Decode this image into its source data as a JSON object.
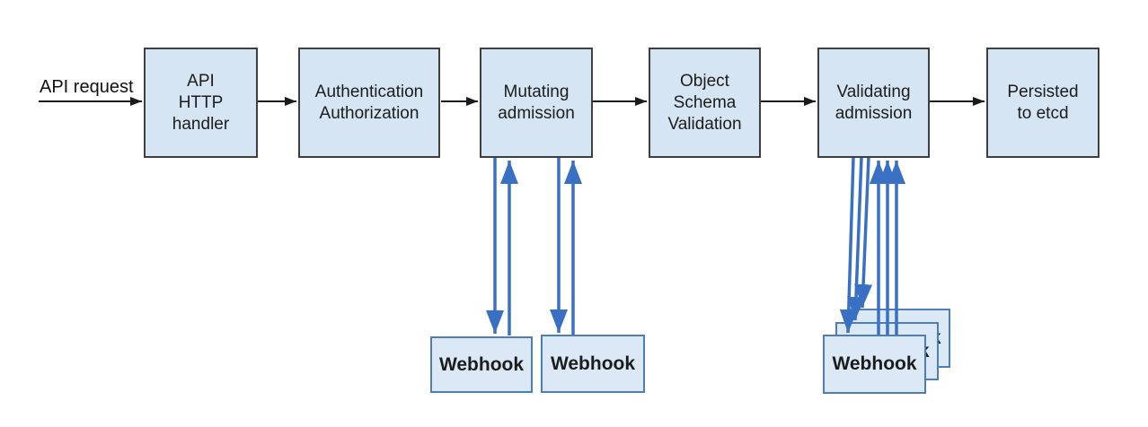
{
  "diagram": {
    "request_label": "API request",
    "nodes": [
      "API\nHTTP\nhandler",
      "Authentication\nAuthorization",
      "Mutating\nadmission",
      "Object\nSchema\nValidation",
      "Validating\nadmission",
      "Persisted\nto etcd"
    ],
    "mutating_webhooks": [
      "Webhook",
      "Webhook"
    ],
    "validating_webhooks": [
      "Webhook",
      "Webhook",
      "Webhook"
    ],
    "colors": {
      "node_fill": "#d6e5f3",
      "node_border": "#3f3f3f",
      "webhook_fill": "#dbe9f6",
      "webhook_border": "#4f7db5",
      "arrow_black": "#1a1a1a",
      "arrow_blue": "#3a70c4",
      "text": "#1c1c1c"
    }
  }
}
